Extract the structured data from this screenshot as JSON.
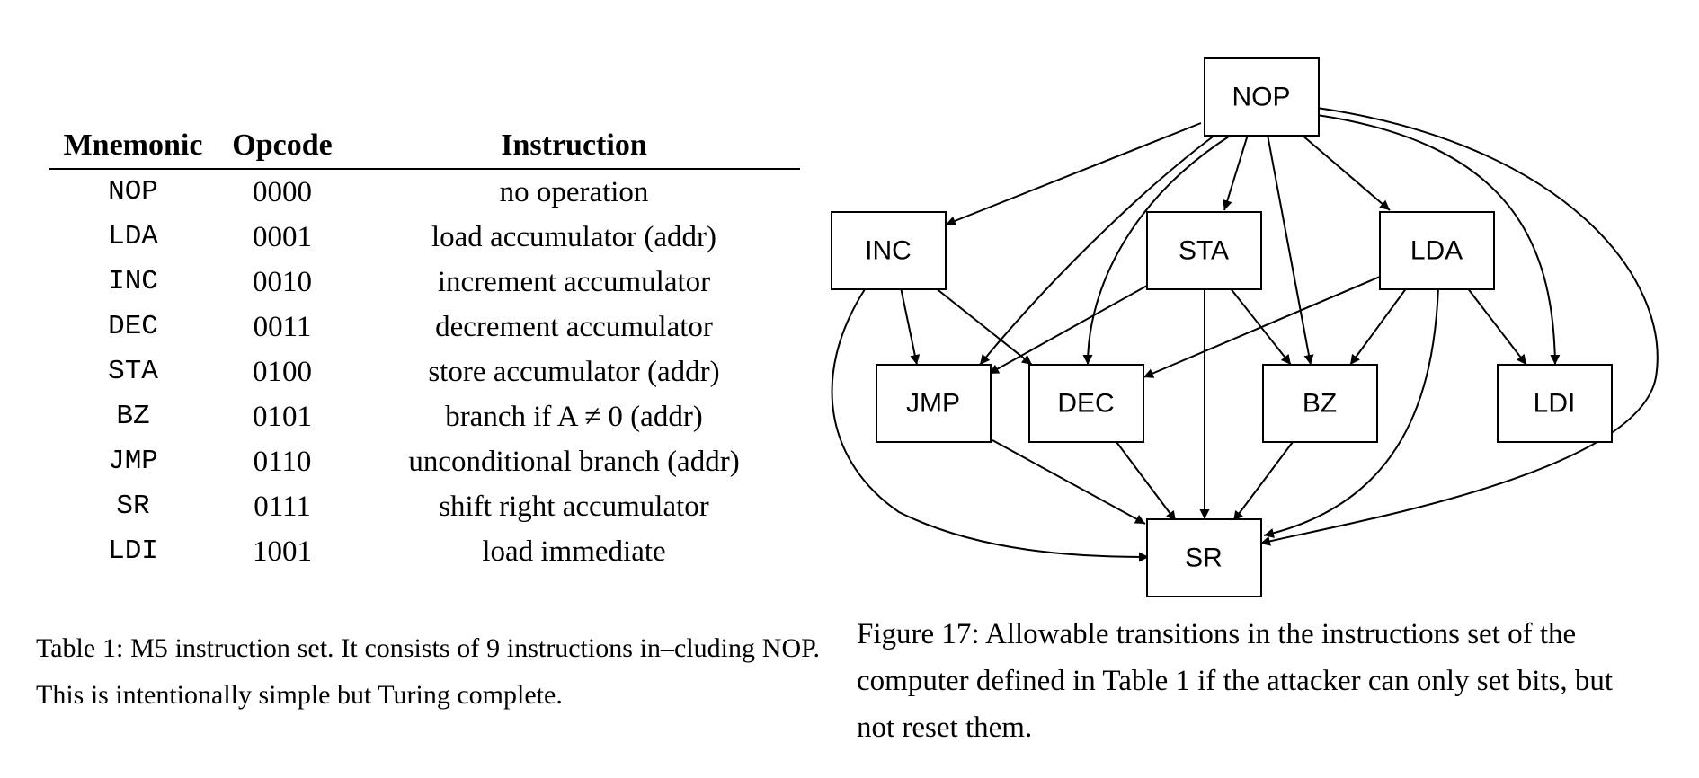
{
  "table": {
    "headers": [
      "Mnemonic",
      "Opcode",
      "Instruction"
    ],
    "rows": [
      [
        "NOP",
        "0000",
        "no operation"
      ],
      [
        "LDA",
        "0001",
        "load accumulator (addr)"
      ],
      [
        "INC",
        "0010",
        "increment accumulator"
      ],
      [
        "DEC",
        "0011",
        "decrement accumulator"
      ],
      [
        "STA",
        "0100",
        "store accumulator (addr)"
      ],
      [
        "BZ",
        "0101",
        "branch if A ≠ 0 (addr)"
      ],
      [
        "JMP",
        "0110",
        "unconditional branch (addr)"
      ],
      [
        "SR",
        "0111",
        "shift right accumulator"
      ],
      [
        "LDI",
        "1001",
        "load immediate"
      ]
    ],
    "caption": "Table 1: M5 instruction set. It consists of 9 instructions in–cluding NOP. This is intentionally simple but Turing complete."
  },
  "figure": {
    "nodes": [
      "NOP",
      "INC",
      "STA",
      "LDA",
      "JMP",
      "DEC",
      "BZ",
      "LDI",
      "SR"
    ],
    "edges": [
      [
        "NOP",
        "INC"
      ],
      [
        "NOP",
        "STA"
      ],
      [
        "NOP",
        "LDA"
      ],
      [
        "NOP",
        "JMP"
      ],
      [
        "NOP",
        "DEC"
      ],
      [
        "NOP",
        "BZ"
      ],
      [
        "NOP",
        "LDI"
      ],
      [
        "NOP",
        "SR"
      ],
      [
        "INC",
        "JMP"
      ],
      [
        "INC",
        "DEC"
      ],
      [
        "INC",
        "SR"
      ],
      [
        "STA",
        "JMP"
      ],
      [
        "STA",
        "BZ"
      ],
      [
        "STA",
        "SR"
      ],
      [
        "LDA",
        "DEC"
      ],
      [
        "LDA",
        "BZ"
      ],
      [
        "LDA",
        "LDI"
      ],
      [
        "LDA",
        "SR"
      ],
      [
        "JMP",
        "SR"
      ],
      [
        "DEC",
        "SR"
      ],
      [
        "BZ",
        "SR"
      ]
    ],
    "caption": "Figure 17: Allowable transitions in the instructions set of the computer defined in Table 1 if the attacker can only set bits, but not reset them."
  }
}
